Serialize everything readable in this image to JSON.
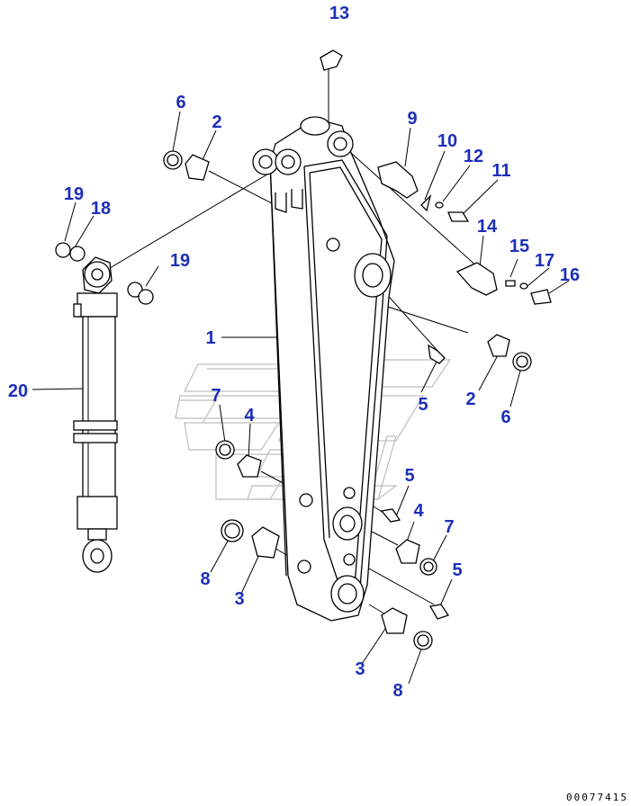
{
  "diagram": {
    "labels": {
      "l13": "13",
      "l6a": "6",
      "l2a": "2",
      "l9": "9",
      "l10": "10",
      "l12": "12",
      "l11": "11",
      "l19a": "19",
      "l18": "18",
      "l19b": "19",
      "l14": "14",
      "l15": "15",
      "l17": "17",
      "l16": "16",
      "l1": "1",
      "l20": "20",
      "l2b": "2",
      "l6b": "6",
      "l5a": "5",
      "l7a": "7",
      "l4a": "4",
      "l5b": "5",
      "l4b": "4",
      "l7b": "7",
      "l5c": "5",
      "l8a": "8",
      "l3a": "3",
      "l3b": "3",
      "l8b": "8"
    },
    "document_number": "00077415"
  }
}
